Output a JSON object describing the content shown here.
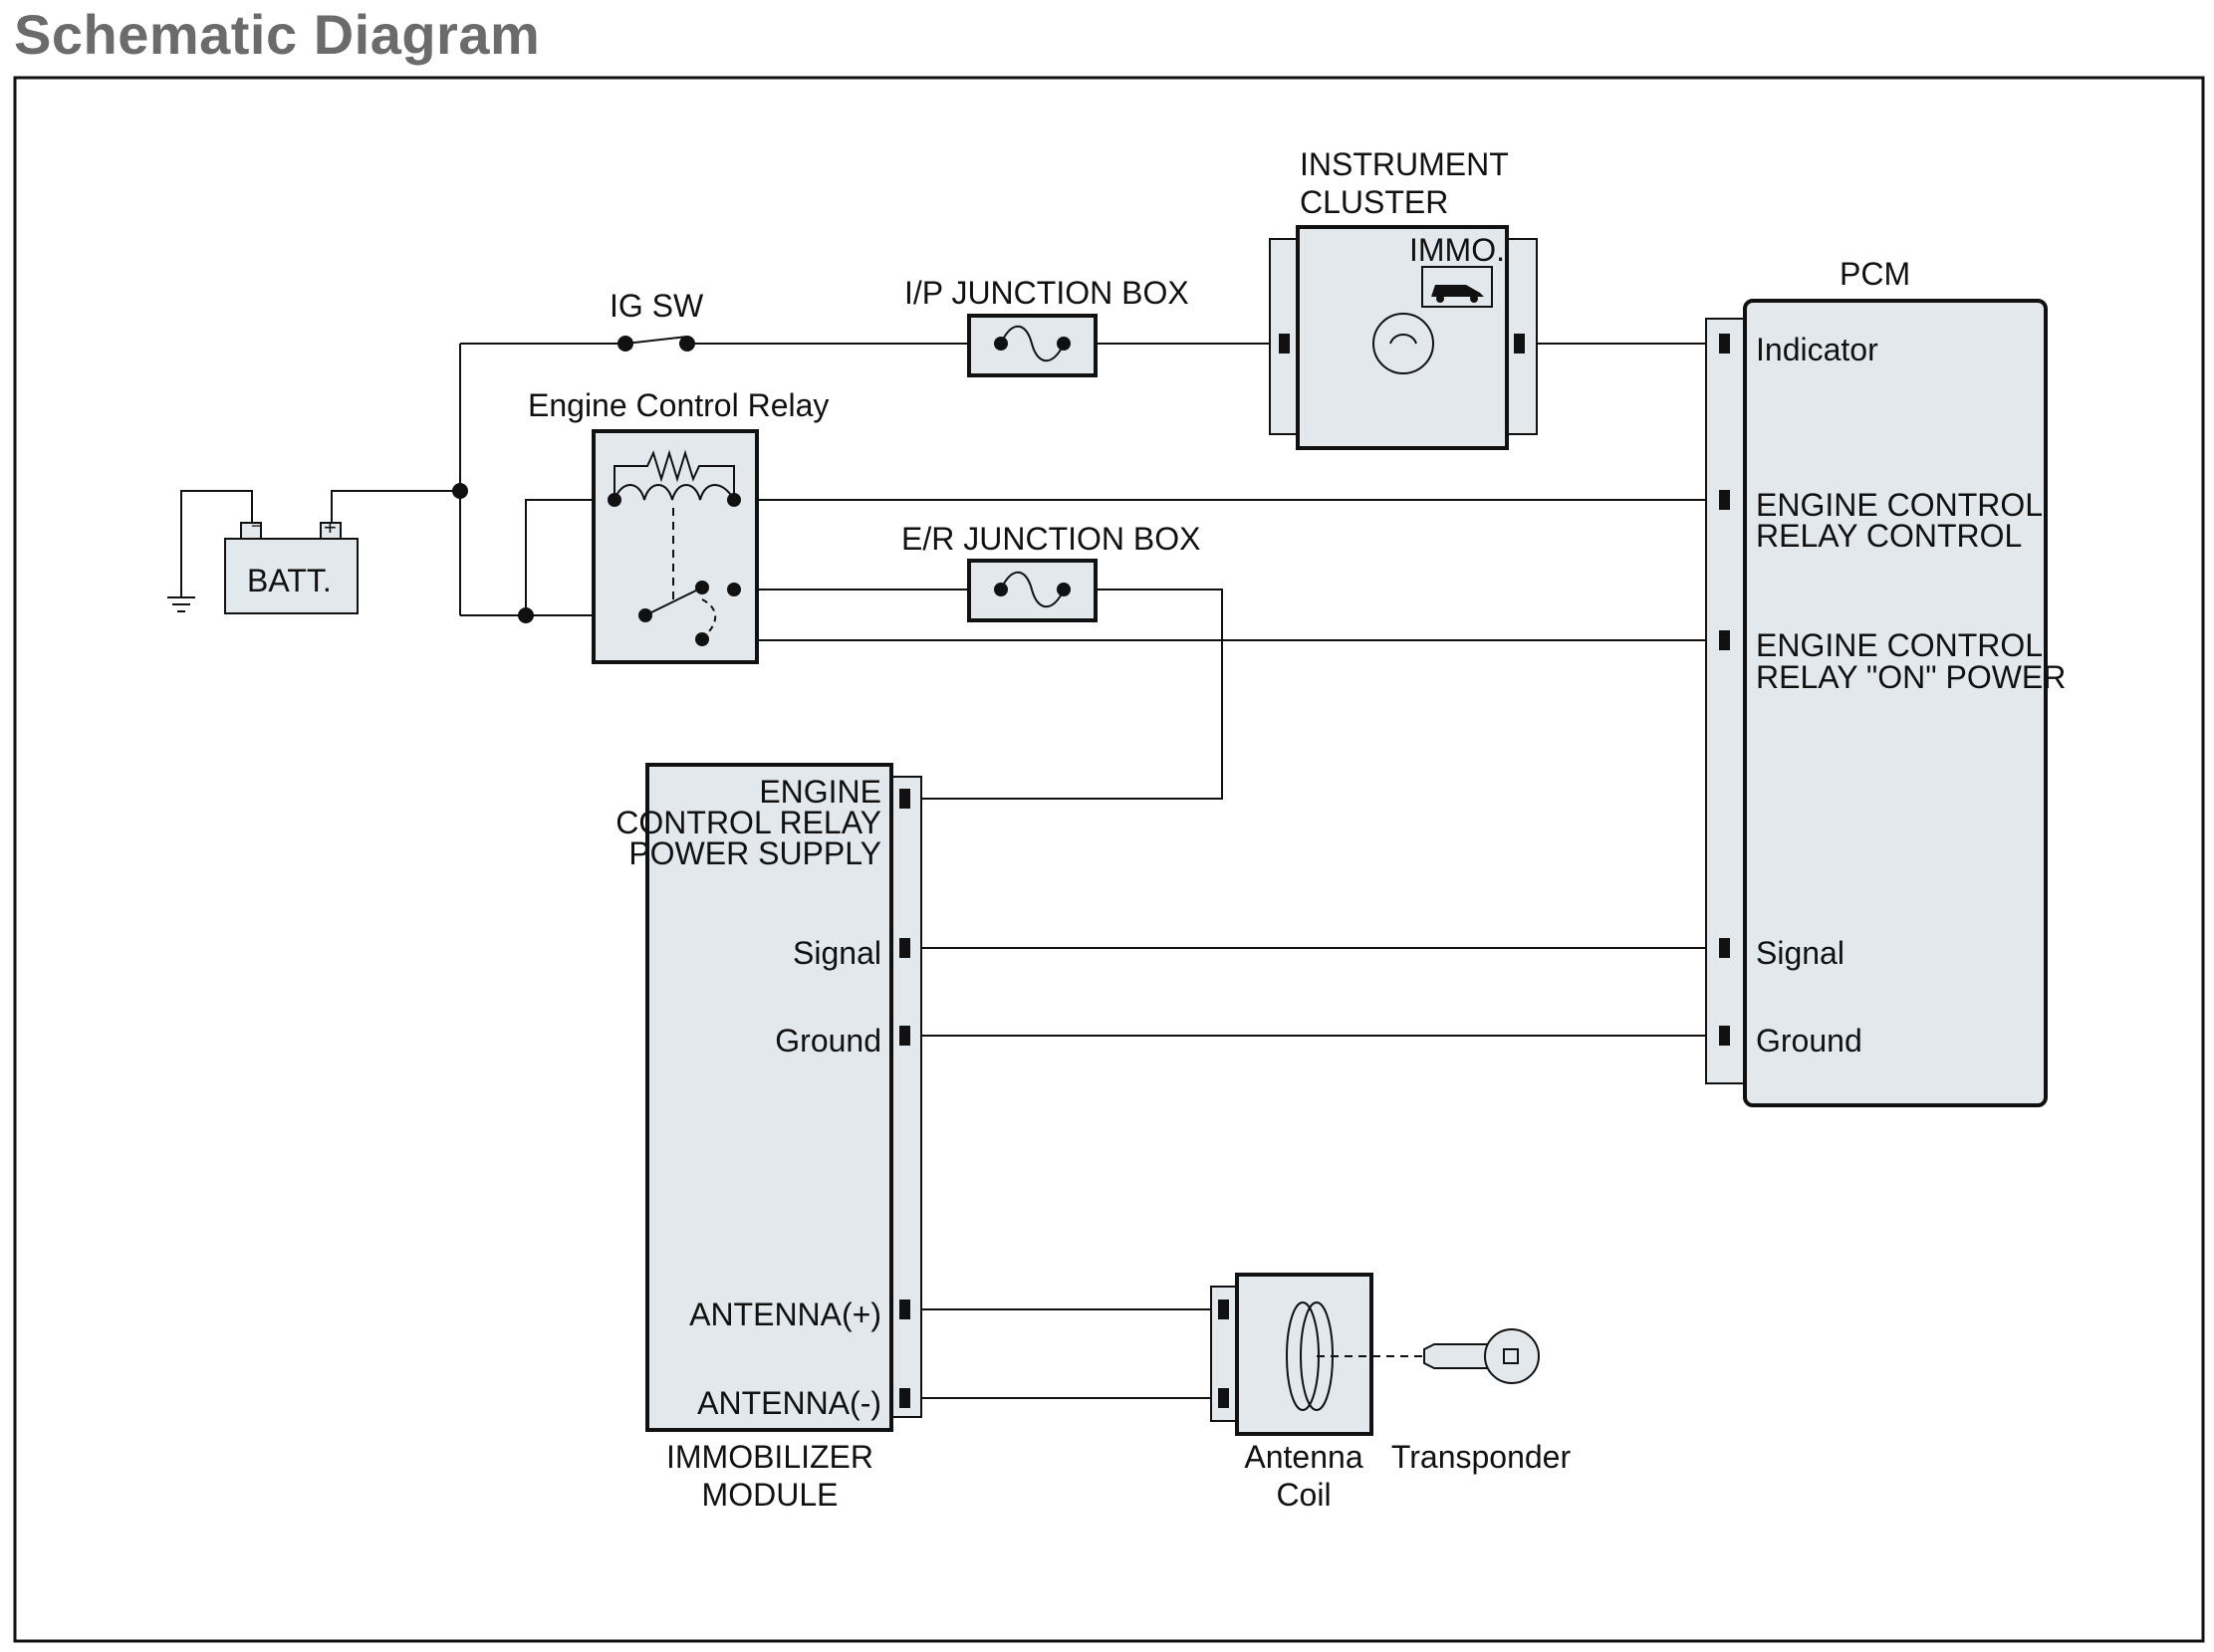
{
  "title": "Schematic Diagram",
  "components": {
    "battery": "BATT.",
    "ig_switch": "IG SW",
    "engine_control_relay": "Engine Control Relay",
    "ip_junction_box": "I/P JUNCTION BOX",
    "er_junction_box": "E/R JUNCTION BOX",
    "instrument_cluster": {
      "line1": "INSTRUMENT",
      "line2": "CLUSTER",
      "immo": "IMMO."
    },
    "pcm": {
      "title": "PCM",
      "indicator": "Indicator",
      "ecr_control_1": "ENGINE CONTROL",
      "ecr_control_2": "RELAY CONTROL",
      "ecr_on_power_1": "ENGINE CONTROL",
      "ecr_on_power_2": "RELAY \"ON\" POWER",
      "signal": "Signal",
      "ground": "Ground"
    },
    "immobilizer_module": {
      "line1": "IMMOBILIZER",
      "line2": "MODULE",
      "ecr_ps_1": "ENGINE",
      "ecr_ps_2": "CONTROL RELAY",
      "ecr_ps_3": "POWER SUPPLY",
      "signal": "Signal",
      "ground": "Ground",
      "antenna_pos": "ANTENNA(+)",
      "antenna_neg": "ANTENNA(-)"
    },
    "antenna_coil": {
      "line1": "Antenna",
      "line2": "Coil"
    },
    "transponder": "Transponder"
  }
}
